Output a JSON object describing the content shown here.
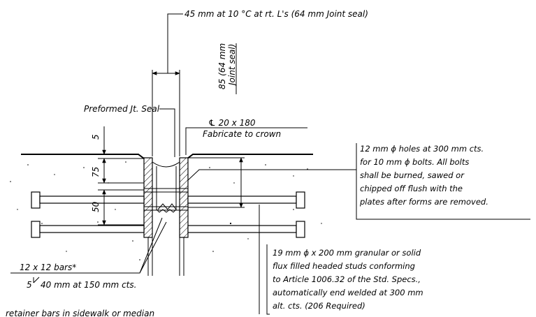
{
  "labels": {
    "top_dim": "45 mm at 10 °C at rt. L's (64 mm Joint seal)",
    "vert_dim_1": "85 (64 mm",
    "vert_dim_2": "Joint seal)",
    "preformed": "Preformed Jt. Seal",
    "plate_1": "℄ 20 x 180",
    "plate_2": "Fabricate to crown",
    "dim_5": "5",
    "dim_75": "75",
    "dim_50": "50",
    "holes": [
      "12 mm ϕ holes at 300 mm cts.",
      "for 10 mm ϕ bolts.  All bolts",
      "shall be burned, sawed or",
      "chipped off flush with the",
      "plates after forms are removed."
    ],
    "bars_1": "12 x 12 bars*",
    "bars_2_num": "5",
    "bars_2": "40 mm at 150 mm cts.",
    "studs": [
      "19 mm ϕ x 200 mm granular or solid",
      "flux filled headed studs conforming",
      "to Article 1006.32 of the Std. Specs.,",
      "automatically end welded at 300 mm",
      "alt. cts. (206 Required)"
    ],
    "footnote": "retainer bars in sidewalk or median"
  }
}
